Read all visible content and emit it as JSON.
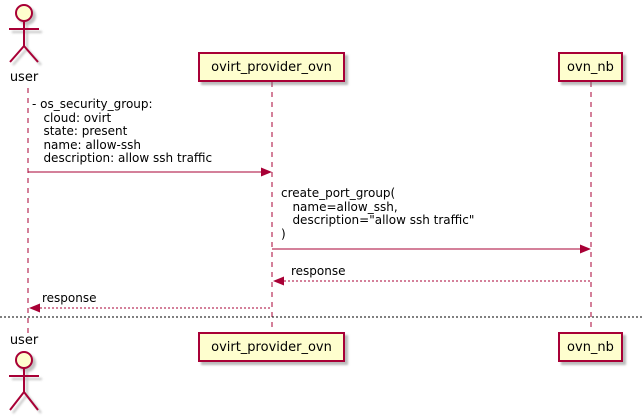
{
  "diagram": {
    "type": "uml-sequence-diagram",
    "colors": {
      "accent": "#A80036",
      "participant_fill": "#FEFECE",
      "text": "#000000",
      "separator": "#000000",
      "background": "#FFFFFF"
    },
    "actor": {
      "label": "user"
    },
    "participants": [
      {
        "label": "ovirt_provider_ovn"
      },
      {
        "label": "ovn_nb"
      }
    ],
    "messages": [
      {
        "from": "user",
        "to": "ovirt_provider_ovn",
        "line": "solid",
        "text": "- os_security_group:\n   cloud: ovirt\n   state: present\n   name: allow-ssh\n   description: allow ssh traffic"
      },
      {
        "from": "ovirt_provider_ovn",
        "to": "ovn_nb",
        "line": "solid",
        "text": "create_port_group(\n   name=allow_ssh,\n   description=\"allow ssh traffic\"\n)"
      },
      {
        "from": "ovn_nb",
        "to": "ovirt_provider_ovn",
        "line": "dashed",
        "text": "response"
      },
      {
        "from": "ovirt_provider_ovn",
        "to": "user",
        "line": "dashed",
        "text": "response"
      }
    ]
  }
}
